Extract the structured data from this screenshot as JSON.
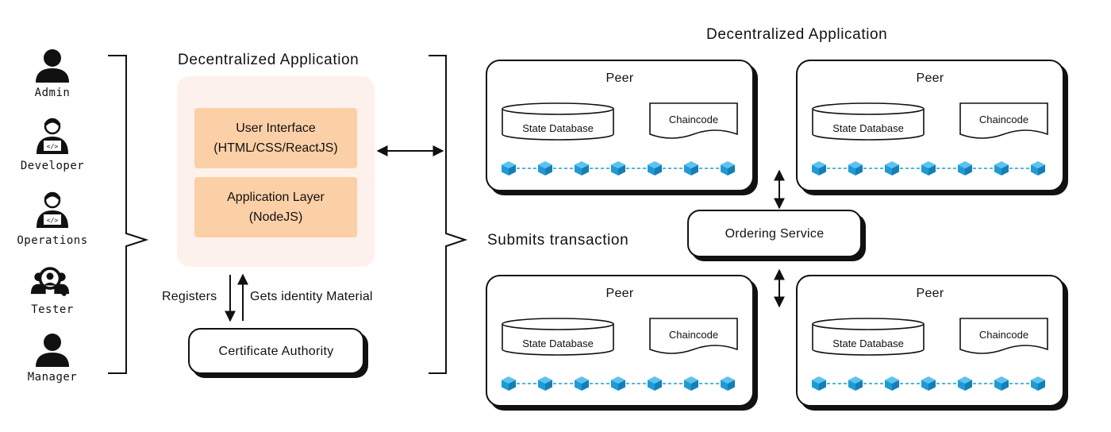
{
  "roles": [
    {
      "label": "Admin",
      "icon": "admin-user-icon"
    },
    {
      "label": "Developer",
      "icon": "developer-laptop-icon"
    },
    {
      "label": "Operations",
      "icon": "operations-laptop-icon"
    },
    {
      "label": "Tester",
      "icon": "tester-magnifier-icon"
    },
    {
      "label": "Manager",
      "icon": "manager-user-icon"
    }
  ],
  "app": {
    "title": "Decentralized Application",
    "ui_line1": "User Interface",
    "ui_line2": "(HTML/CSS/ReactJS)",
    "layer_line1": "Application Layer",
    "layer_line2": "(NodeJS)"
  },
  "ca": {
    "label": "Certificate Authority",
    "registers": "Registers",
    "gets_identity": "Gets identity Material"
  },
  "network": {
    "title": "Decentralized Application",
    "submits": "Submits transaction",
    "ordering": "Ordering Service",
    "peers": [
      {
        "title": "Peer",
        "db": "State Database",
        "chaincode": "Chaincode"
      },
      {
        "title": "Peer",
        "db": "State Database",
        "chaincode": "Chaincode"
      },
      {
        "title": "Peer",
        "db": "State Database",
        "chaincode": "Chaincode"
      },
      {
        "title": "Peer",
        "db": "State Database",
        "chaincode": "Chaincode"
      }
    ]
  },
  "colors": {
    "accent_orange": "#fbd0a6",
    "panel_bg": "#fdf1ec",
    "block_blue": "#1d9bd8"
  }
}
